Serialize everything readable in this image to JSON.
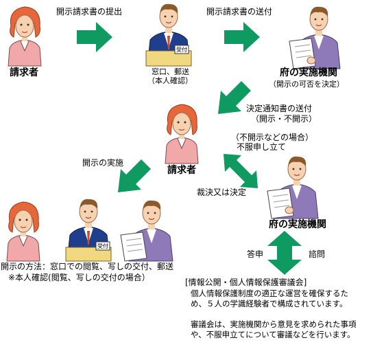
{
  "labels": {
    "submit_request": "開示請求書の提出",
    "send_request": "開示請求書の送付",
    "requester_top": "請求者",
    "counter_line1": "窓口、郵送",
    "counter_line2": "（本人確認）",
    "agency_top": "府の実施機関",
    "agency_top_sub": "（開示の可否を決定）",
    "notice_line1": "決定通知書の送付",
    "notice_line2": "（開示・不開示）",
    "appeal_line1": "（不開示などの場合）",
    "appeal_line2": "不服申し立て",
    "disclosure_exec": "開示の実施",
    "requester_mid": "請求者",
    "ruling": "裁決又は決定",
    "agency_mid": "府の実施機関",
    "reply": "答申",
    "inquiry": "諮問",
    "method_line1": "開示の方法：窓口での閲覧、写しの交付、郵送",
    "method_line2": "※本人確認(閲覧、写しの交付の場合）",
    "council_title": "[情報公開・個人情報保護審議会]",
    "council_p1": "個人情報保護制度の適正な運営を確保するため、５人の学識経験者で構成されています。",
    "council_p2": "審議会は、実施機関から意見を求められた事項や、不服申立てについて審議などを行います。",
    "badge": "受付"
  },
  "colors": {
    "arrow": "#0f9a62",
    "woman_shirt": "#f0a8a8",
    "woman_hair": "#e6683a",
    "officer_suit": "#1f3f8c",
    "agency_suit": "#8e7ab8",
    "skin": "#f7d2b0",
    "male_hair": "#8a5a2b"
  },
  "icons": [
    "woman-icon",
    "clerk-icon",
    "official-icon",
    "arrow-right-icon",
    "arrow-down-left-icon",
    "double-arrow-icon"
  ]
}
